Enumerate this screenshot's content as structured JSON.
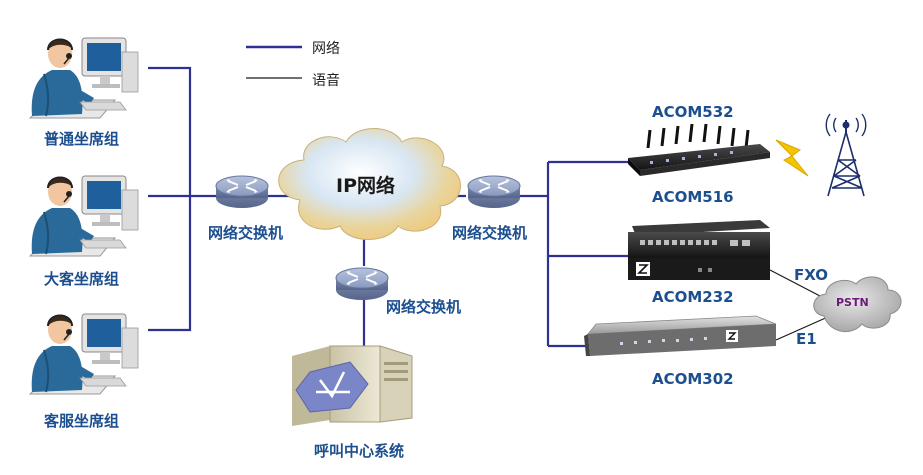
{
  "legend": {
    "network": "网络",
    "voice": "语音"
  },
  "agents": {
    "group1": "普通坐席组",
    "group2": "大客坐席组",
    "group3": "客服坐席组"
  },
  "switches": {
    "left": "网络交换机",
    "right": "网络交换机",
    "bottom": "网络交换机"
  },
  "cloud": {
    "ip": "IP网络",
    "pstn": "PSTN"
  },
  "server": {
    "label": "呼叫中心系统"
  },
  "devices": {
    "acom532": "ACOM532",
    "acom516": "ACOM516",
    "acom232": "ACOM232",
    "acom302": "ACOM302",
    "fxo": "FXO",
    "e1": "E1"
  },
  "colors": {
    "network_line": "#2e3192",
    "voice_line": "#1a1a1a",
    "label": "#1c4f8f",
    "switch": "#7f8fb5",
    "pstn_text": "#6a1b7a"
  }
}
